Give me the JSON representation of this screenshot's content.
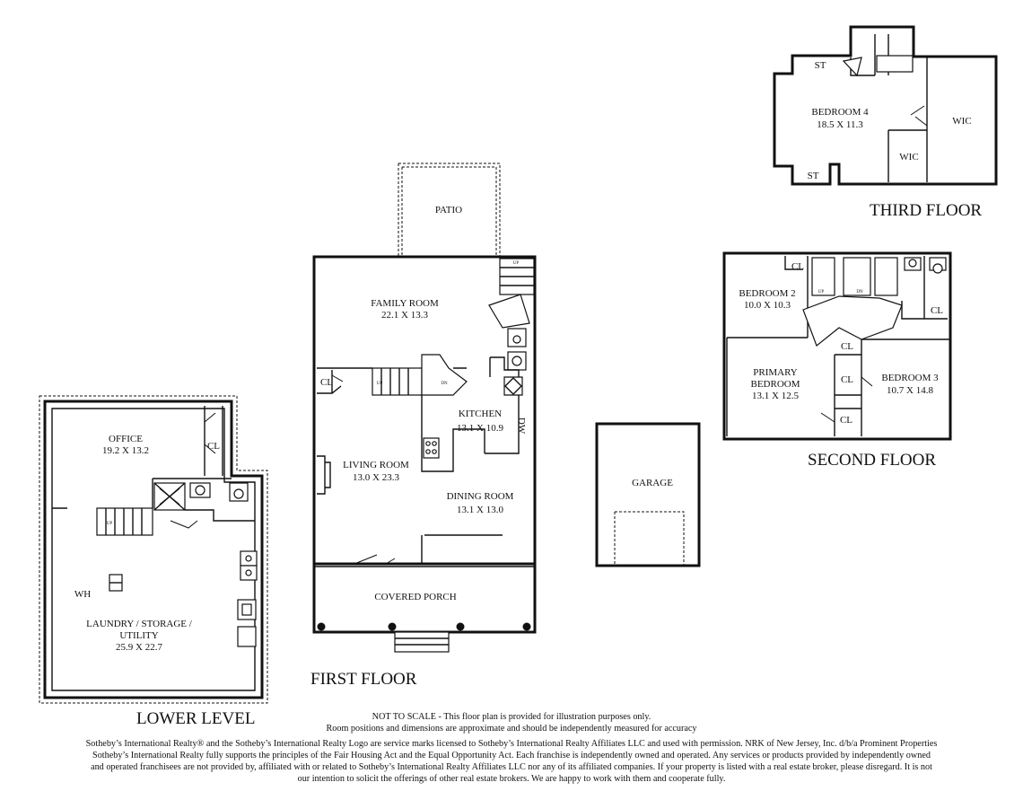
{
  "floors": {
    "lower_level": "LOWER LEVEL",
    "first_floor": "FIRST FLOOR",
    "second_floor": "SECOND FLOOR",
    "third_floor": "THIRD FLOOR"
  },
  "rooms": {
    "office": {
      "name": "OFFICE",
      "dims": "19.2 X 13.2"
    },
    "laundry": {
      "name1": "LAUNDRY / STORAGE /",
      "name2": "UTILITY",
      "dims": "25.9 X 22.7"
    },
    "wh": "WH",
    "patio": "PATIO",
    "family_room": {
      "name": "FAMILY ROOM",
      "dims": "22.1 X 13.3"
    },
    "kitchen": {
      "name": "KITCHEN",
      "dims": "13.1 X 10.9"
    },
    "living_room": {
      "name": "LIVING ROOM",
      "dims": "13.0 X 23.3"
    },
    "dining_room": {
      "name": "DINING ROOM",
      "dims": "13.1 X 13.0"
    },
    "covered_porch": "COVERED PORCH",
    "dw": "DW",
    "garage": "GARAGE",
    "bedroom2": {
      "name": "BEDROOM 2",
      "dims": "10.0 X 10.3"
    },
    "primary_bedroom": {
      "name1": "PRIMARY",
      "name2": "BEDROOM",
      "dims": "13.1 X 12.5"
    },
    "bedroom3": {
      "name": "BEDROOM 3",
      "dims": "10.7 X 14.8"
    },
    "bedroom4": {
      "name": "BEDROOM 4",
      "dims": "18.5 X 11.3"
    },
    "wic": "WIC",
    "st": "ST",
    "cl": "CL",
    "up": "UP",
    "dn": "DN"
  },
  "disclaimer": {
    "line1": "NOT TO SCALE - This floor plan is provided for illustration purposes only.",
    "line2": "Room positions and dimensions are approximate and should be independently measured for accuracy"
  },
  "legal": {
    "line1": "Sotheby’s International Realty® and the Sotheby’s International Realty Logo are service marks licensed to Sotheby’s International Realty Affiliates LLC and used with permission. NRK of New Jersey, Inc. d/b/a Prominent Properties",
    "line2": "Sotheby’s International Realty fully supports the principles of the Fair Housing Act and the Equal Opportunity Act. Each franchise is independently owned and operated. Any services or products provided by independently owned",
    "line3": "and operated franchisees are not provided by, affiliated with or related to Sotheby’s International Realty Affiliates LLC nor any of its affiliated companies. If your property is listed with a real estate broker, please disregard. It is not",
    "line4": "our intention to solicit the offerings of other real estate brokers. We are happy to work with them and cooperate fully."
  }
}
